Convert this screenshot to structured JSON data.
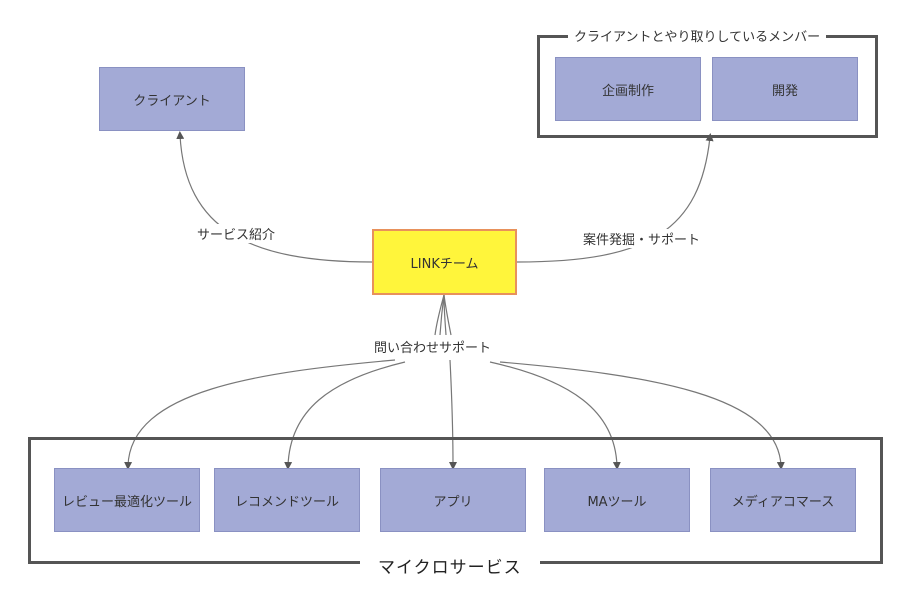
{
  "client": {
    "label": "クライアント"
  },
  "members_group": {
    "title": "クライアントとやり取りしているメンバー",
    "nodes": [
      {
        "label": "企画制作"
      },
      {
        "label": "開発"
      }
    ]
  },
  "center": {
    "label": "LINKチーム"
  },
  "edges": {
    "to_client": "サービス紹介",
    "to_members": "案件発掘・サポート",
    "to_services": "問い合わせサポート"
  },
  "services_group": {
    "title": "マイクロサービス",
    "nodes": [
      {
        "label": "レビュー最適化ツール"
      },
      {
        "label": "レコメンドツール"
      },
      {
        "label": "アプリ"
      },
      {
        "label": "MAツール"
      },
      {
        "label": "メディアコマース"
      }
    ]
  },
  "colors": {
    "node_fill": "#a3aad6",
    "center_fill": "#fff53b",
    "center_border": "#e8915b",
    "frame": "#555555",
    "edge": "#666666"
  }
}
